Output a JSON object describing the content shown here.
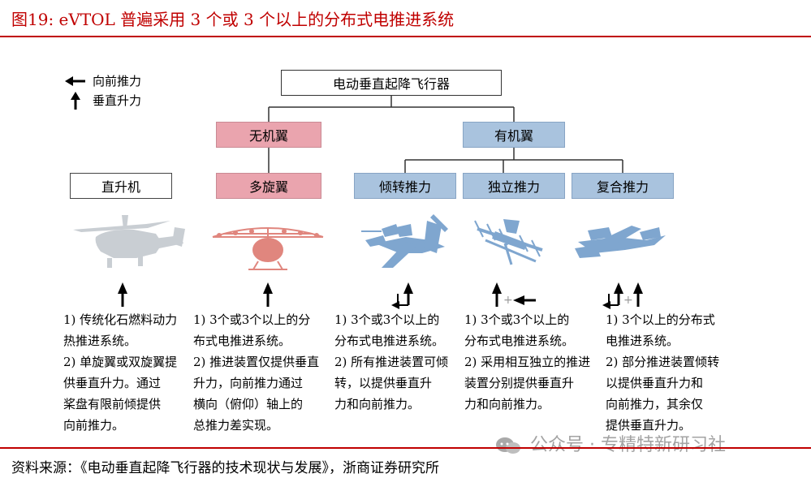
{
  "figure_title": "图19:    eVTOL 普遍采用 3 个或 3 个以上的分布式电推进系统",
  "legend": {
    "forward_label": "向前推力",
    "vertical_label": "垂直升力"
  },
  "root": "电动垂直起降飞行器",
  "categories": {
    "no_wing": "无机翼",
    "with_wing": "有机翼"
  },
  "types": {
    "helicopter": "直升机",
    "multirotor": "多旋翼",
    "tilt": "倾转推力",
    "independent": "独立推力",
    "compound": "复合推力"
  },
  "descriptions": {
    "helicopter": [
      "1) 传统化石燃料动力",
      "热推进系统。",
      "2) 单旋翼或双旋翼提",
      "供垂直升力。通过",
      "桨盘有限前倾提供",
      "向前推力。"
    ],
    "multirotor": [
      "1) 3个或3个以上的分",
      "布式电推进系统。",
      "2) 推进装置仅提供垂直",
      "升力，向前推力通过",
      "横向（俯仰）轴上的",
      "总推力差实现。"
    ],
    "tilt": [
      "1) 3个或3个以上的",
      "分布式电推进系统。",
      "2) 所有推进装置可倾",
      "转，以提供垂直升",
      "力和向前推力。"
    ],
    "independent": [
      "1) 3个或3个以上的",
      "分布式电推进系统。",
      "2) 采用相互独立的推进",
      "装置分别提供垂直升",
      "力和向前推力。"
    ],
    "compound": [
      "1) 3个以上的分布式",
      "电推进系统。",
      "2) 部分推进装置倾转",
      "以提供垂直升力和",
      "向前推力，其余仅",
      "提供垂直升力。"
    ]
  },
  "source": "资料来源：《电动垂直起降飞行器的技术现状与发展》，浙商证券研究所",
  "watermark": "公众号 · 专精特新研习社",
  "colors": {
    "accent_red": "#c00000",
    "pink_box": "#eaa4ae",
    "blue_box": "#a9c3de",
    "heli_gray": "#c9ced3",
    "multirotor_red": "#e0867e",
    "aircraft_blue": "#7fa6cf"
  }
}
